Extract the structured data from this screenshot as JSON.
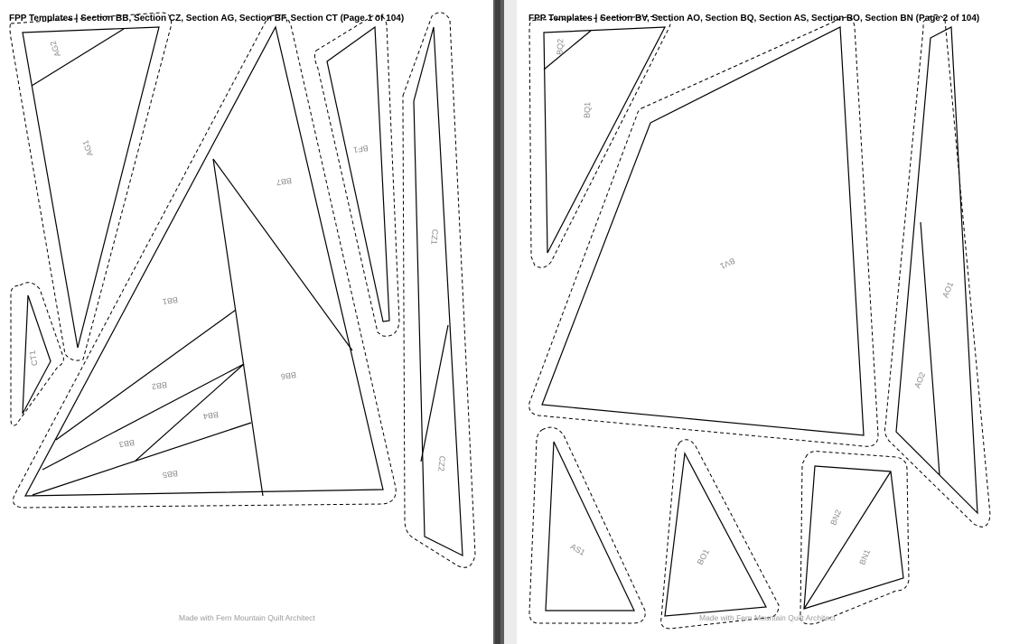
{
  "pages": [
    {
      "header": "FPP Templates | Section BB, Section CZ, Section AG, Section BF, Section CT (Page 1 of 104)",
      "footer": "Made with Fern Mountain Quilt Architect",
      "pieces": [
        "AG2",
        "AG1",
        "CT1",
        "BB1",
        "BB2",
        "BB3",
        "BB4",
        "BB5",
        "BB6",
        "BB7",
        "BF1",
        "CZ1",
        "CZ2"
      ]
    },
    {
      "header": "FPP Templates | Section BV, Section AO, Section BQ, Section AS, Section BO, Section BN (Page 2 of 104)",
      "footer": "Made with Fern Mountain Quilt Architect",
      "pieces": [
        "BQ2",
        "BQ1",
        "BV1",
        "AO1",
        "AO2",
        "AS1",
        "BO1",
        "BN2",
        "BN1"
      ]
    }
  ]
}
